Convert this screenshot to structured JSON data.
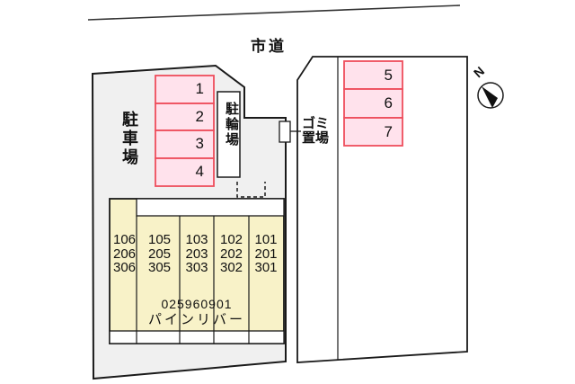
{
  "plan": {
    "road_label": "市道",
    "compass": {
      "north_label": "N"
    },
    "garbage_label": {
      "line1": "ゴミ",
      "line2": "置場"
    },
    "left_parcel": {
      "parking_area_label": "駐車場",
      "bicycle_area_label": "駐輪場",
      "stalls": [
        "1",
        "2",
        "3",
        "4"
      ],
      "building": {
        "code": "025960901",
        "name": "パインリバー",
        "unit_columns": [
          [
            "106",
            "206",
            "306"
          ],
          [
            "105",
            "205",
            "305"
          ],
          [
            "103",
            "203",
            "303"
          ],
          [
            "102",
            "202",
            "302"
          ],
          [
            "101",
            "201",
            "301"
          ]
        ]
      }
    },
    "right_parcel": {
      "stalls": [
        "5",
        "6",
        "7"
      ]
    },
    "colors": {
      "parcel_fill": "#f0f0f0",
      "stall_fill": "#ffe2ec",
      "stall_border": "#ee4e5c",
      "building_fill": "#f8f2c8",
      "line_color": "#1a1a1a"
    }
  }
}
